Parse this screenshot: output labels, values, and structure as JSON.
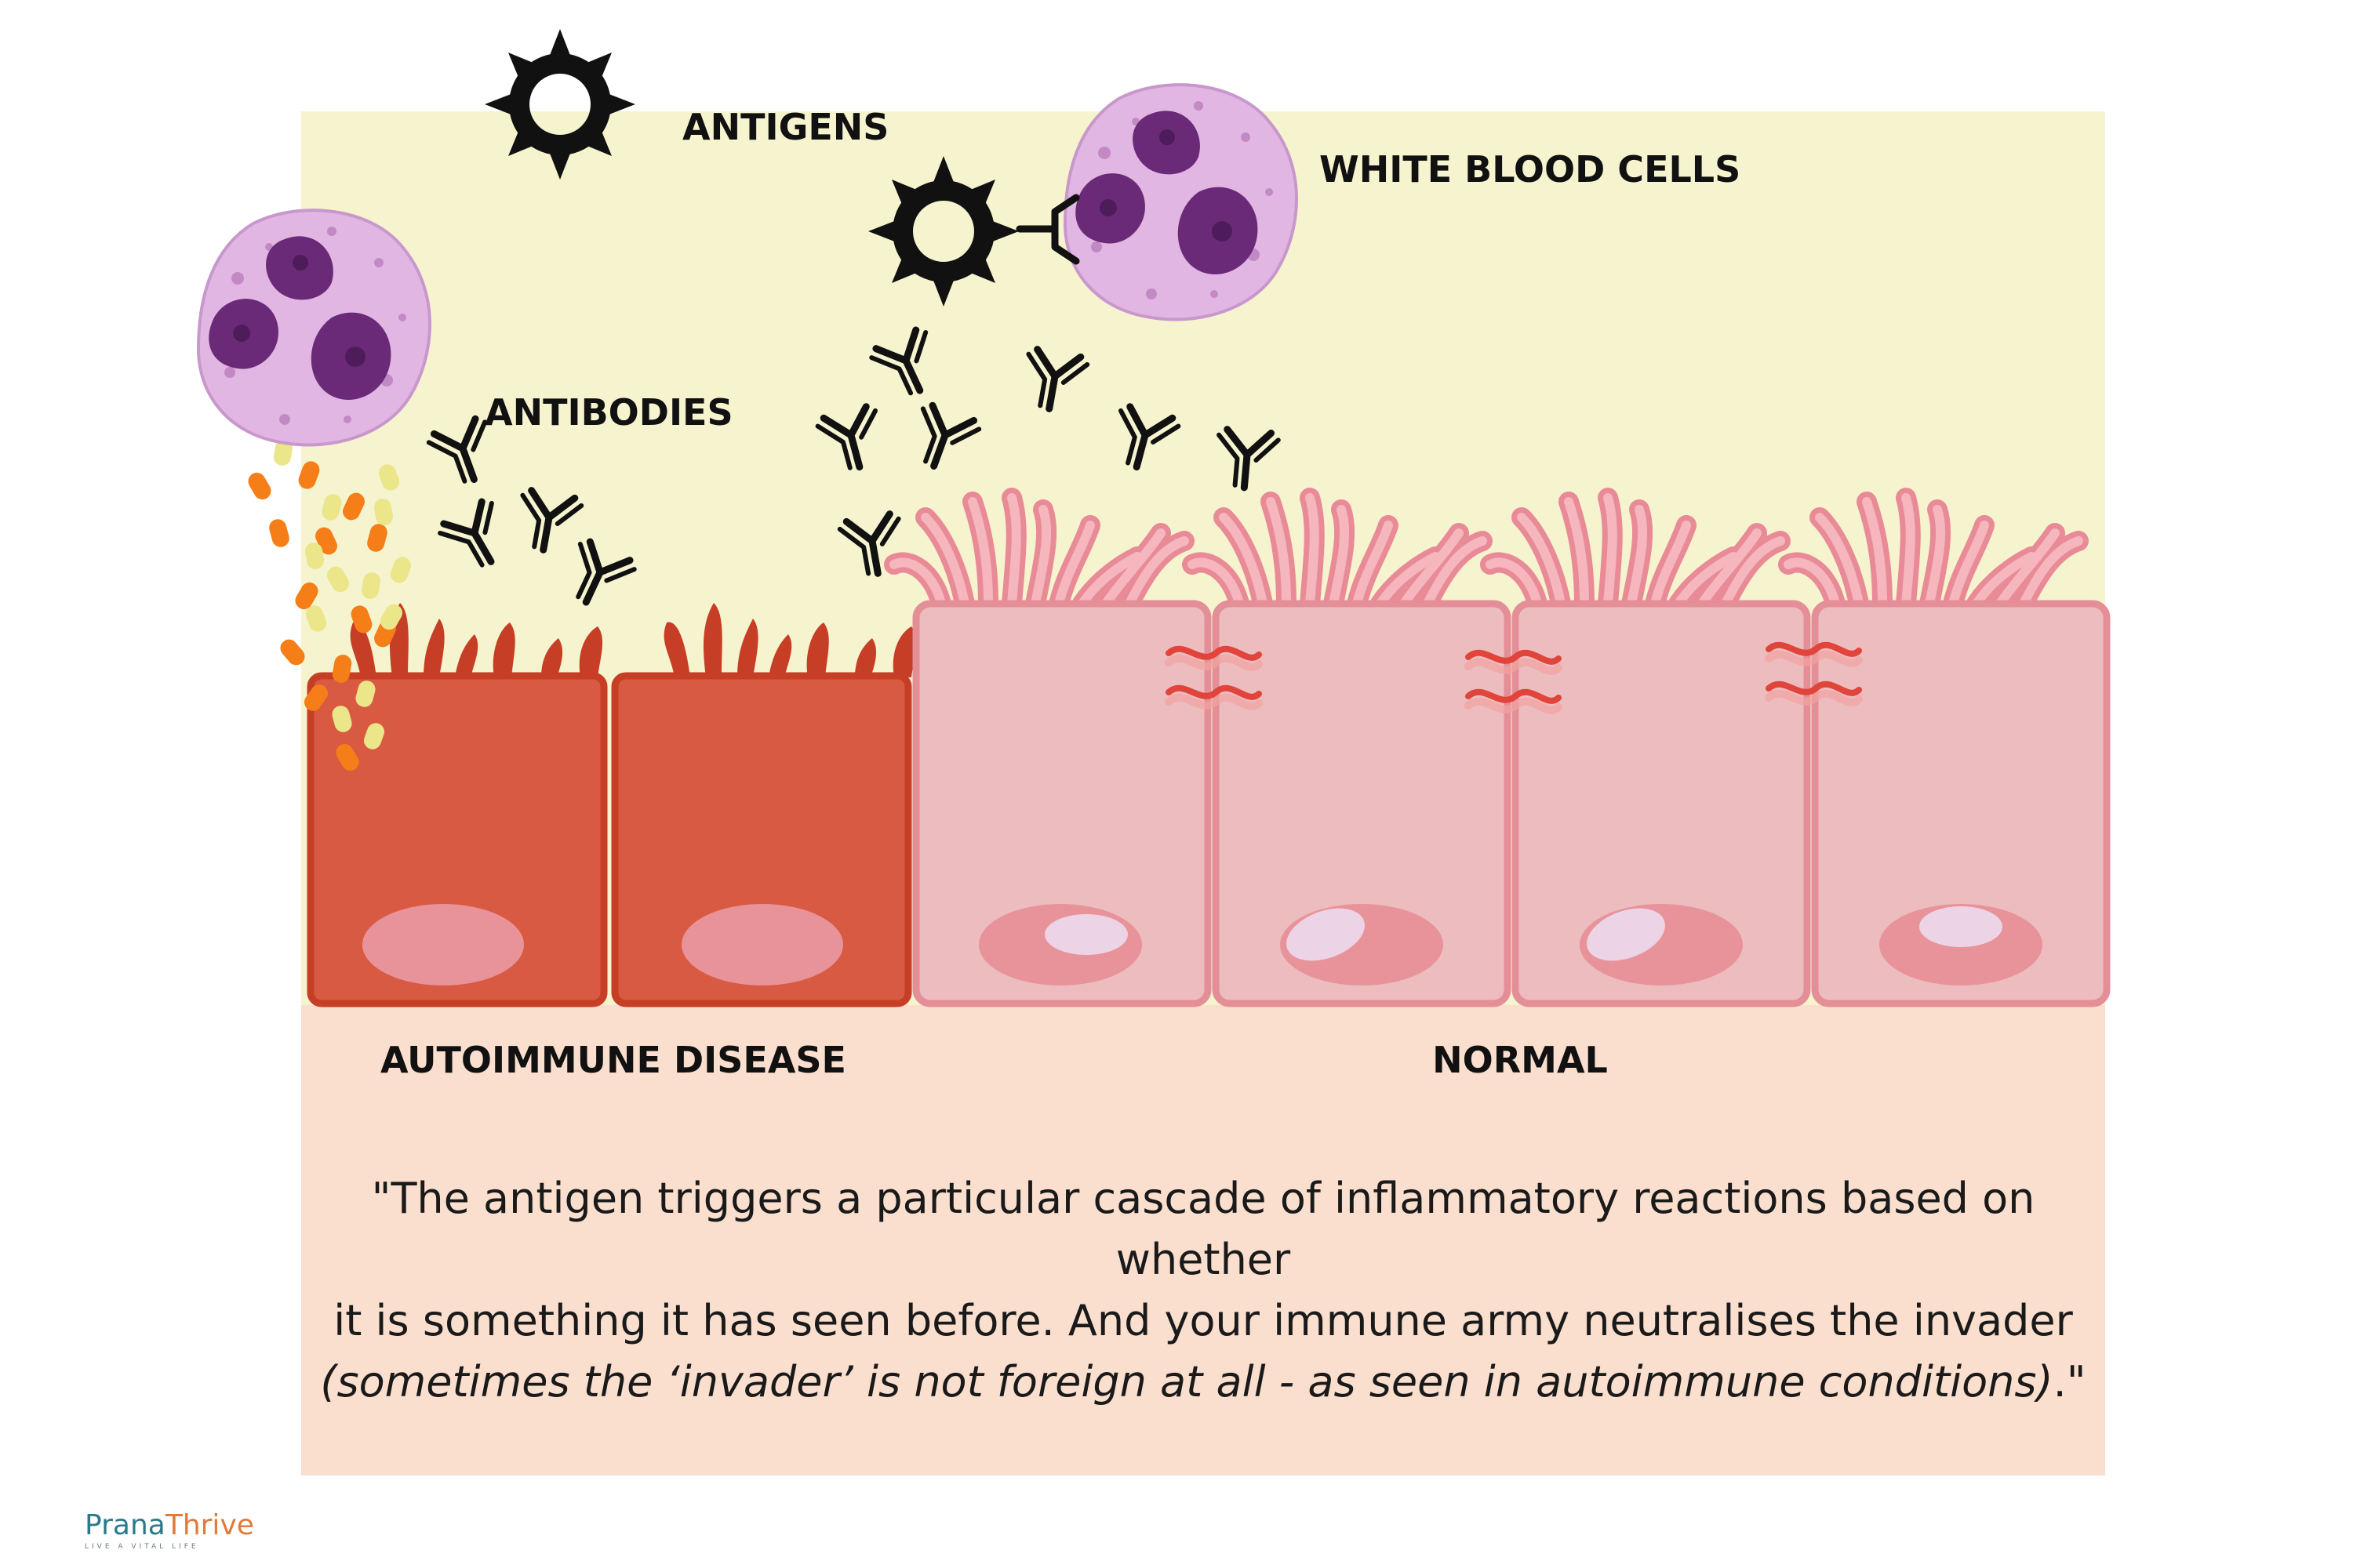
{
  "labels": {
    "antigens": "ANTIGENS",
    "white_blood_cells": "WHITE BLOOD CELLS",
    "antibodies": "ANTIBODIES",
    "autoimmune_disease": "AUTOIMMUNE DISEASE",
    "normal": "NORMAL"
  },
  "caption": {
    "line1": "\"The antigen triggers a particular cascade of inflammatory reactions based on whether",
    "line2": "it is something it has seen before. And your immune army neutralises the invader",
    "line3_italic": "(sometimes the ‘invader’ is not foreign at all - as seen in autoimmune conditions)",
    "line3_end": ".\""
  },
  "logo": {
    "word_part1": "Prana",
    "word_part2": "Thrive",
    "tagline": "LIVE A VITAL LIFE"
  },
  "colors": {
    "upper_panel": "#f6f3cf",
    "lower_panel": "#fadfce",
    "diseased_cell_fill": "#d95a43",
    "diseased_cell_border": "#c63e26",
    "normal_cell_fill": "#ecbcbe",
    "normal_cell_border": "#e48f98",
    "nucleus_normal": "#e8939a",
    "antibody": "#111111",
    "antigen": "#111111",
    "wbc_cytoplasm": "#e2b6e2",
    "wbc_nucleus": "#6a2a78",
    "particle_orange": "#f57e18",
    "particle_yellow": "#ebe68a",
    "logo_teal": "#2b7a8a",
    "logo_orange": "#e07b3a"
  },
  "icons": [
    "antigen-icon",
    "white-blood-cell-icon",
    "antibody-icon",
    "epithelial-cell-icon",
    "tight-junction-icon"
  ]
}
